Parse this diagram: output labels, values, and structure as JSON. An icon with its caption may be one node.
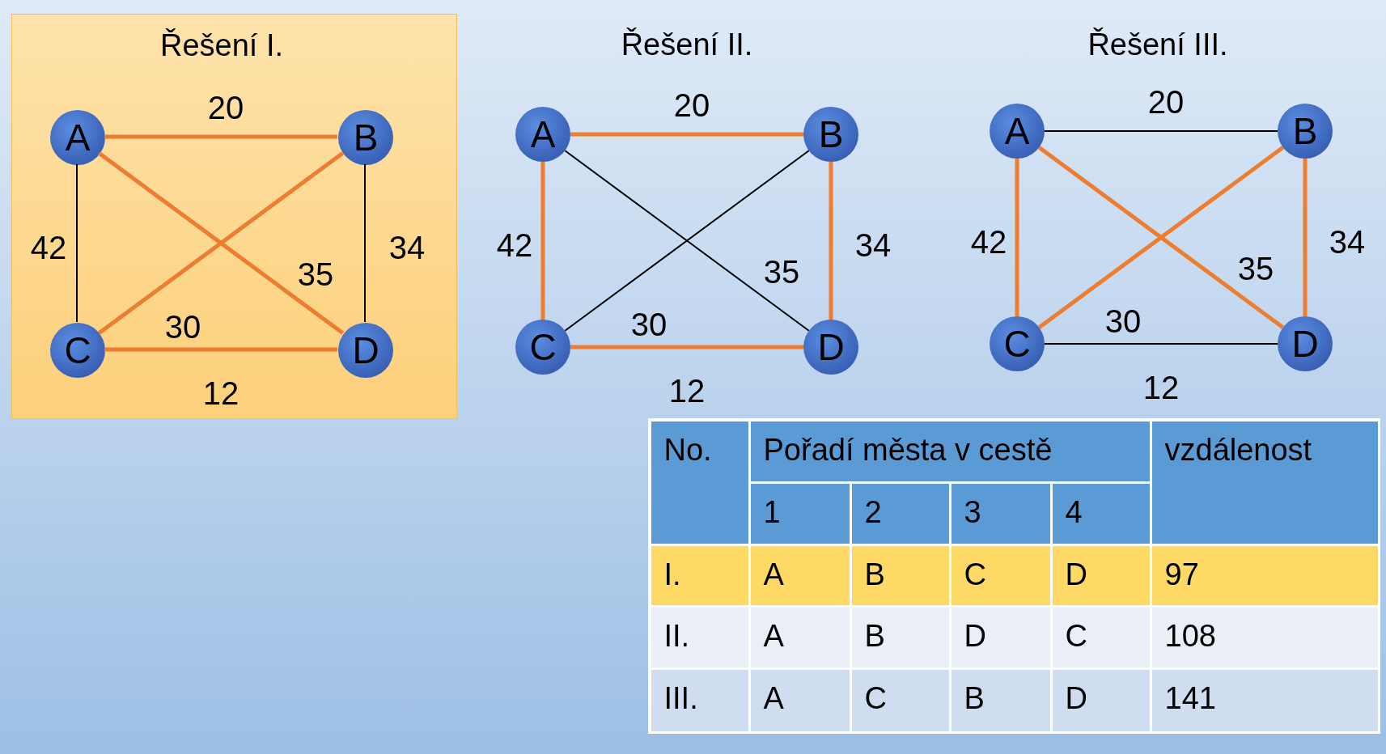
{
  "diagram": {
    "nodes": [
      {
        "text": [
          "Řešení I."
        ]
      },
      {
        "text": [
          "A"
        ],
        "in": 0
      },
      {
        "text": [
          "B"
        ],
        "in": 0
      },
      {
        "text": [
          "C"
        ],
        "in": 0
      },
      {
        "text": [
          "D"
        ],
        "in": 0
      },
      {
        "text": [
          "A"
        ]
      },
      {
        "text": [
          "B"
        ]
      },
      {
        "text": [
          "C"
        ]
      },
      {
        "text": [
          "D"
        ]
      },
      {
        "text": [
          "A"
        ]
      },
      {
        "text": [
          "B"
        ]
      },
      {
        "text": [
          "C"
        ]
      },
      {
        "text": [
          "D"
        ]
      }
    ],
    "edges": [
      {
        "from": 1,
        "to": 2,
        "arrow": "none",
        "label": "20"
      },
      {
        "from": 1,
        "to": 3,
        "arrow": "none",
        "label": "42",
        "color": "#000000"
      },
      {
        "from": 2,
        "to": 4,
        "arrow": "none",
        "label": "34",
        "color": "#000000"
      },
      {
        "from": 3,
        "to": 4,
        "arrow": "none",
        "label": "12"
      },
      {
        "from": 1,
        "to": 4,
        "arrow": "none",
        "label": "35"
      },
      {
        "from": 2,
        "to": 3,
        "arrow": "none",
        "label": "30"
      },
      {
        "from": 5,
        "to": 6,
        "arrow": "none",
        "label": "20"
      },
      {
        "from": 5,
        "to": 7,
        "arrow": "none",
        "label": "42"
      },
      {
        "from": 6,
        "to": 8,
        "arrow": "none",
        "label": "34"
      },
      {
        "from": 7,
        "to": 8,
        "arrow": "none",
        "label": "12"
      },
      {
        "from": 5,
        "to": 8,
        "arrow": "none",
        "label": "35",
        "color": "#000000"
      },
      {
        "from": 6,
        "to": 7,
        "arrow": "none",
        "label": "30",
        "color": "#000000"
      },
      {
        "from": 9,
        "to": 10,
        "arrow": "none",
        "label": "20",
        "color": "#000000"
      },
      {
        "from": 9,
        "to": 11,
        "arrow": "none",
        "label": "42"
      },
      {
        "from": 10,
        "to": 12,
        "arrow": "none",
        "label": "34"
      },
      {
        "from": 11,
        "to": 12,
        "arrow": "none",
        "label": "12",
        "color": "#000000"
      },
      {
        "from": 9,
        "to": 12,
        "arrow": "none",
        "label": "35"
      },
      {
        "from": 10,
        "to": 11,
        "arrow": "none",
        "label": "30"
      }
    ],
    "labels": [
      "Řešení II.",
      "Řešení III.",
      "No.",
      "Pořadí města v cestě",
      "vzdálenost",
      "1",
      "2",
      "3",
      "4",
      "I.",
      "A",
      "B",
      "C",
      "D",
      "97",
      "II.",
      "A",
      "B",
      "D",
      "C",
      "108",
      "III.",
      "A",
      "C",
      "B",
      "D",
      "141"
    ]
  }
}
